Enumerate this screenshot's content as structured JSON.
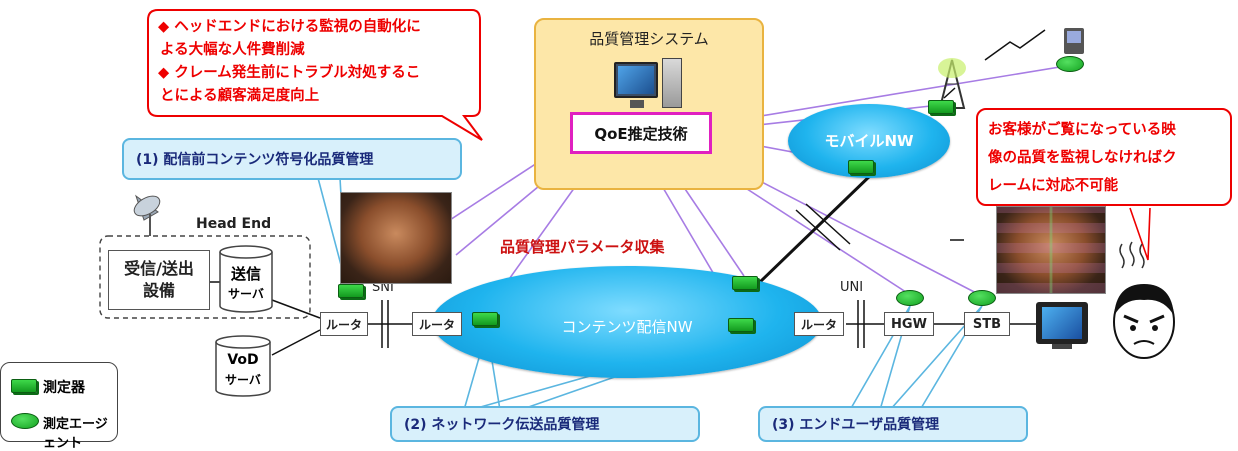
{
  "quality_system": {
    "title": "品質管理システム",
    "core_label": "QoE推定技術"
  },
  "benefits_callout": {
    "lines": [
      "◆ ヘッドエンドにおける監視の自動化に",
      "よる大幅な人件費削減",
      "◆ クレーム発生前にトラブル対処するこ",
      "とによる顧客満足度向上"
    ]
  },
  "customer_callout": {
    "lines": [
      "お客様がご覧になっている映",
      "像の品質を監視しなければク",
      "レームに対応不可能"
    ]
  },
  "management": {
    "item1": "(1) 配信前コンテンツ符号化品質管理",
    "item2": "(2) ネットワーク伝送品質管理",
    "item3": "(3) エンドユーザ品質管理"
  },
  "param_label": "品質管理パラメータ収集",
  "headend": {
    "label": "Head End",
    "receiver_lines": [
      "受信/送出",
      "設備"
    ],
    "send_server_lines": [
      "送信",
      "サーバ"
    ],
    "vod_server_lines": [
      "VoD",
      "サーバ"
    ]
  },
  "network": {
    "router_label": "ルータ",
    "sni_label": "SNI",
    "uni_label": "UNI",
    "content_nw_label": "コンテンツ配信NW",
    "mobile_nw_label": "モバイルNW",
    "hgw_label": "HGW",
    "stb_label": "STB"
  },
  "legend": {
    "meter_label": "測定器",
    "agent_label": "測定エージェント"
  },
  "colors": {
    "accent_blue": "#1fb4ee",
    "system_fill": "#fde7a8",
    "core_border": "#e020c0",
    "measure_green": "#22b82e",
    "arrow_purple": "#a070e0",
    "callout_red": "#e00000"
  }
}
